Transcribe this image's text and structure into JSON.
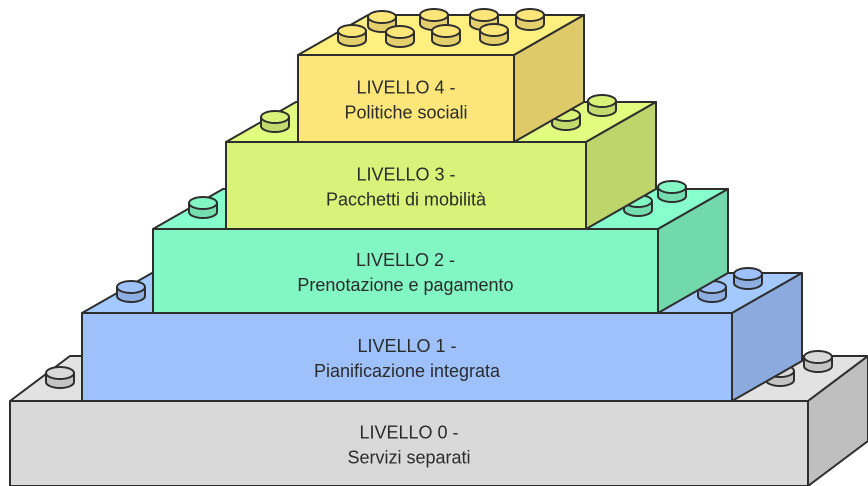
{
  "diagram": {
    "levels": [
      {
        "line1": "LIVELLO 0 -",
        "line2": "Servizi separati",
        "color": "#d9d9d9"
      },
      {
        "line1": "LIVELLO 1 -",
        "line2": "Pianificazione integrata",
        "color": "#9ec1fb"
      },
      {
        "line1": "LIVELLO 2 -",
        "line2": "Prenotazione e pagamento",
        "color": "#82f7c4"
      },
      {
        "line1": "LIVELLO 3 -",
        "line2": "Pacchetti di mobilità",
        "color": "#d8f27a"
      },
      {
        "line1": "LIVELLO 4 -",
        "line2": "Politiche sociali",
        "color": "#fde679"
      }
    ]
  }
}
